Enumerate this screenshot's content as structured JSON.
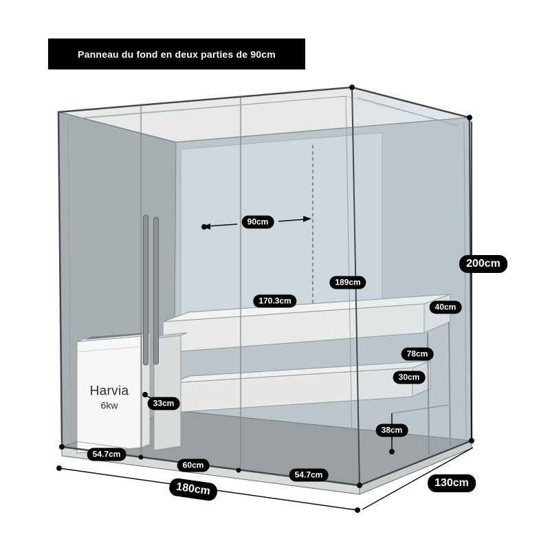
{
  "banner": {
    "text": "Panneau du fond en deux parties de 90cm"
  },
  "dimensions": {
    "panel_half_width": "90cm",
    "interior_height": "189cm",
    "upper_bench_length": "170.3cm",
    "upper_bench_depth": "40cm",
    "upper_bench_height": "78cm",
    "step_depth": "30cm",
    "step_height": "38cm",
    "overall_height": "200cm",
    "heater_clearance": "33cm",
    "front_left_width": "54.7cm",
    "door_width": "60cm",
    "front_right_width": "54.7cm",
    "overall_width": "180cm",
    "overall_depth": "130cm"
  },
  "heater": {
    "brand": "Harvia",
    "power": "6kw"
  },
  "colors": {
    "label_bg": "#000000",
    "label_text": "#ffffff",
    "banner_bg": "#000000",
    "left_wall": "#9aa2a7",
    "back_wall": "#b3bfc5",
    "floor": "#8c9194",
    "frame_edge": "#44484a"
  }
}
